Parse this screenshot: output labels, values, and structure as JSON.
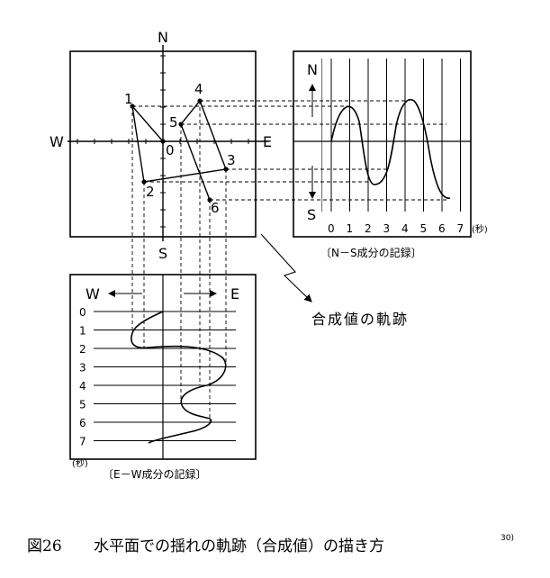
{
  "compass": {
    "north": "N",
    "south": "S",
    "west": "W",
    "east": "E"
  },
  "trajectory_points": [
    "0",
    "1",
    "2",
    "3",
    "4",
    "5",
    "6"
  ],
  "ns_panel": {
    "north": "N",
    "south": "S",
    "time_ticks": [
      "0",
      "1",
      "2",
      "3",
      "4",
      "5",
      "6",
      "7"
    ],
    "unit": "(秒)",
    "caption": "〔N－S成分の記録〕"
  },
  "ew_panel": {
    "west": "W",
    "east": "E",
    "time_ticks": [
      "0",
      "1",
      "2",
      "3",
      "4",
      "5",
      "6",
      "7"
    ],
    "unit": "(秒)",
    "caption": "〔E－W成分の記録〕"
  },
  "annotation": "合成値の軌跡",
  "figure_caption": {
    "label": "図26",
    "title": "水平面での揺れの軌跡（合成値）の描き方",
    "ref": "30)"
  }
}
